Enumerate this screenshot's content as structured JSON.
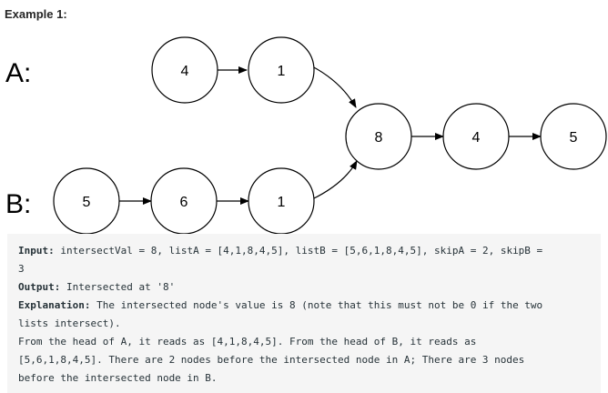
{
  "heading": "Example 1:",
  "diagram": {
    "list_a_label": "A:",
    "list_b_label": "B:",
    "nodes": {
      "a1": "4",
      "a2": "1",
      "c1": "8",
      "c2": "4",
      "c3": "5",
      "b1": "5",
      "b2": "6",
      "b3": "1"
    }
  },
  "example": {
    "input_label": "Input:",
    "input_text_1": " intersectVal = 8, listA = [4,1,8,4,5], listB = [5,6,1,8,4,5], skipA = 2, skipB =",
    "input_text_2": "3",
    "output_label": "Output:",
    "output_text": " Intersected at '8'",
    "explanation_label": "Explanation:",
    "explanation_text_1": " The intersected node's value is 8 (note that this must not be 0 if the two",
    "explanation_text_2": "lists intersect).",
    "explanation_text_3": "From the head of A, it reads as [4,1,8,4,5]. From the head of B, it reads as",
    "explanation_text_4": "[5,6,1,8,4,5]. There are 2 nodes before the intersected node in A; There are 3 nodes",
    "explanation_text_5": "before the intersected node in B."
  }
}
